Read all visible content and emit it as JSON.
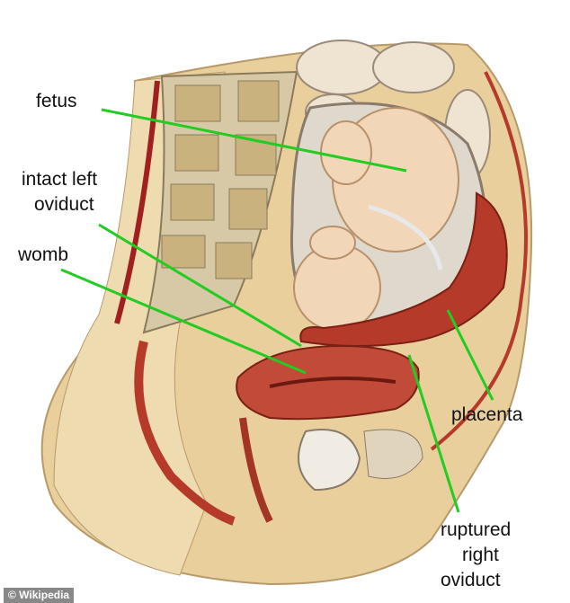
{
  "labels": {
    "fetus": "fetus",
    "intact_left_oviduct": [
      "intact left",
      "oviduct"
    ],
    "womb": "womb",
    "placenta": "placenta",
    "ruptured_right_oviduct": [
      "ruptured",
      "right",
      "oviduct"
    ]
  },
  "watermark": "© Wikipedia",
  "colors": {
    "pointer_line": "#22cc22",
    "skin": "#e8cf9c",
    "tissue_red": "#b53a2a",
    "fetus": "#f2d6b8"
  }
}
